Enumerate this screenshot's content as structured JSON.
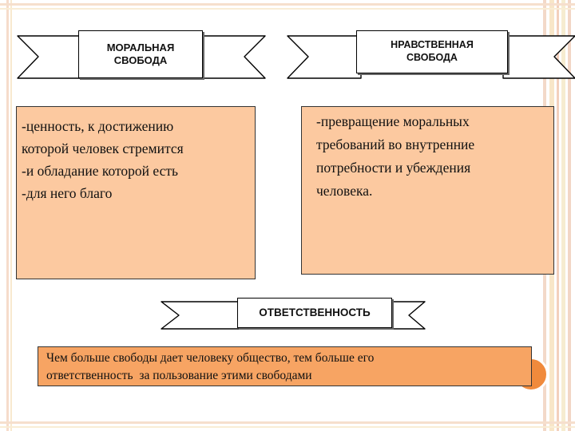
{
  "banners": {
    "moral": {
      "line1": "МОРАЛЬНАЯ",
      "line2": "СВОБОДА"
    },
    "ethical": {
      "line1": "НРАВСТВЕННАЯ",
      "line2": "СВОБОДА"
    },
    "responsibility": {
      "label": "ОТВЕТСТВЕННОСТЬ"
    }
  },
  "left_box": {
    "lines": [
      "-ценность, к достижению",
      "которой человек стремится",
      "-и обладание которой есть",
      "-для него благо"
    ]
  },
  "right_box": {
    "lines": [
      "-превращение моральных",
      "требований во внутренние",
      "потребности и убеждения",
      "человека."
    ]
  },
  "bottom_box": {
    "line1": "Чем больше свободы дает человеку общество, тем больше его",
    "line2": "ответственность  за пользование этими свободами"
  },
  "colors": {
    "box_fill": "#fcc9a0",
    "bottom_fill": "#f7a463",
    "accent_orange": "#f08a3c",
    "stripe": "#f6dccb"
  }
}
